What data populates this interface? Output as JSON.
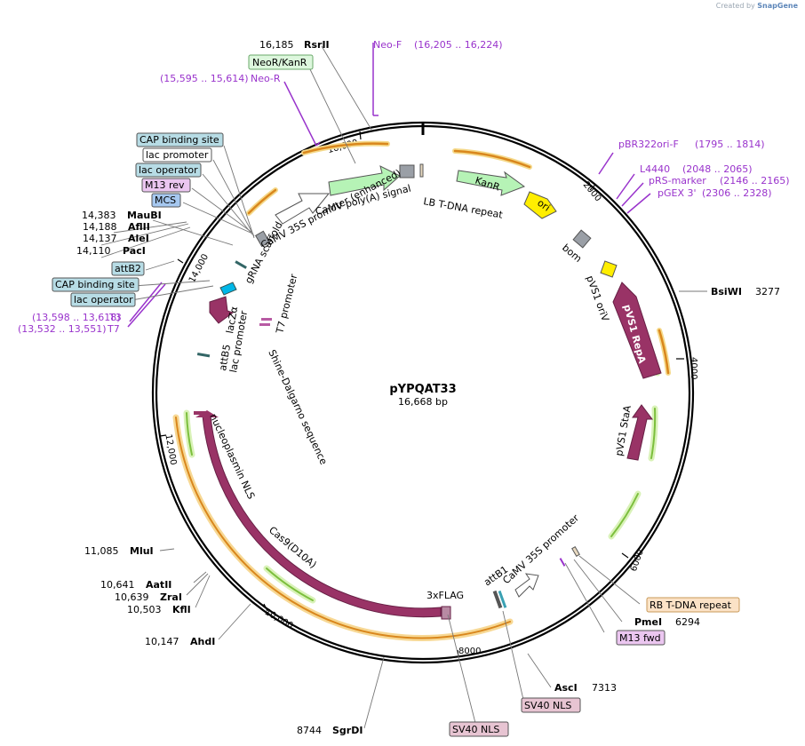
{
  "watermark": {
    "prefix": "Created by",
    "brand": "SnapGene"
  },
  "plasmid": {
    "name": "pYPQAT33",
    "length_label": "16,668 bp",
    "length": 16668
  },
  "colors": {
    "backbone": "#000000",
    "primer": "#9933cc",
    "cds": "#993366",
    "orf_orange": "#e6a027",
    "orf_green": "#9fce5d",
    "misc_gray": "#9a9fa6",
    "promoter_white": "#ffffff",
    "polyA_green": "#b6f3b6",
    "ori_yellow": "#ffee00",
    "lb_tan": "#e8d9c0",
    "label_green_bg": "#ddf7dd",
    "label_blue_bg": "#b7dce5",
    "label_purple_bg": "#ebc6f0",
    "label_pink_bg": "#e7c4d2",
    "label_orange_bg": "#fbe2c6"
  },
  "position_ticks": [
    "2000",
    "4000",
    "6000",
    "8000",
    "10,000",
    "12,000",
    "14,000",
    "16,000"
  ],
  "sites": [
    {
      "name": "RsrII",
      "pos": "16,185"
    },
    {
      "name": "BsiWI",
      "pos": "3277"
    },
    {
      "name": "PmeI",
      "pos": "6294"
    },
    {
      "name": "AscI",
      "pos": "7313"
    },
    {
      "name": "SgrDI",
      "pos": "8744"
    },
    {
      "name": "AhdI",
      "pos": "10,147"
    },
    {
      "name": "KflI",
      "pos": "10,503"
    },
    {
      "name": "ZraI",
      "pos": "10,639"
    },
    {
      "name": "AatII",
      "pos": "10,641"
    },
    {
      "name": "MluI",
      "pos": "11,085"
    },
    {
      "name": "PacI",
      "pos": "14,110"
    },
    {
      "name": "AleI",
      "pos": "14,137"
    },
    {
      "name": "AflII",
      "pos": "14,188"
    },
    {
      "name": "MauBI",
      "pos": "14,383"
    }
  ],
  "primers": [
    {
      "name": "Neo-F",
      "range": "(16,205 .. 16,224)"
    },
    {
      "name": "Neo-R",
      "range": "(15,595 .. 15,614)"
    },
    {
      "name": "pBR322ori-F",
      "range": "(1795 .. 1814)"
    },
    {
      "name": "L4440",
      "range": "(2048 .. 2065)"
    },
    {
      "name": "pRS-marker",
      "range": "(2146 .. 2165)"
    },
    {
      "name": "pGEX 3'",
      "range": "(2306 .. 2328)"
    },
    {
      "name": "T3",
      "range": "(13,598 .. 13,618)"
    },
    {
      "name": "T7",
      "range": "(13,532 .. 13,551)"
    }
  ],
  "boxed_labels": [
    {
      "text": "NeoR/KanR",
      "style": "green"
    },
    {
      "text": "CAP binding site",
      "style": "blue"
    },
    {
      "text": "lac promoter",
      "style": "white"
    },
    {
      "text": "lac operator",
      "style": "blue"
    },
    {
      "text": "M13 rev",
      "style": "purple"
    },
    {
      "text": "MCS",
      "style": "blue"
    },
    {
      "text": "attB2",
      "style": "blue"
    },
    {
      "text": "CAP binding site",
      "style": "blue"
    },
    {
      "text": "lac operator",
      "style": "blue"
    },
    {
      "text": "RB T-DNA repeat",
      "style": "orange"
    },
    {
      "text": "M13 fwd",
      "style": "purple"
    },
    {
      "text": "SV40 NLS",
      "style": "pink"
    },
    {
      "text": "SV40 NLS",
      "style": "pink"
    }
  ],
  "features": {
    "camv_polya": "CaMV poly(A) signal",
    "camv_35s_enh": "CaMV 35S promoter (enhanced)",
    "lb_tdna": "LB T-DNA repeat",
    "kanr": "KanR",
    "ori": "ori",
    "bom": "bom",
    "pvs1_oriv": "pVS1 oriV",
    "pvs1_repa": "pVS1 RepA",
    "pvs1_staa": "pVS1 StaA",
    "grna": "gRNA scaffold",
    "t7_promoter": "T7 promoter",
    "lacz_alpha": "lacZα",
    "lac_promoter": "lac promoter",
    "attb5": "attB5",
    "shine_dalgarno": "Shine-Dalgarno sequence",
    "nucleoplasmin": "nucleoplasmin NLS",
    "cas9": "Cas9(D10A)",
    "flag": "3xFLAG",
    "attb1": "attB1",
    "camv_35s": "CaMV 35S promoter"
  }
}
